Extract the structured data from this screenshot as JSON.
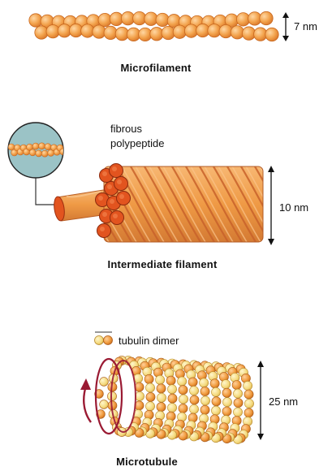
{
  "microfilament": {
    "size_label": "7 nm",
    "caption": "Microfilament"
  },
  "intermediate_filament": {
    "inset_label_line1": "fibrous",
    "inset_label_line2": "polypeptide",
    "size_label": "10 nm",
    "caption": "Intermediate filament"
  },
  "microtubule": {
    "legend_label": "tubulin dimer",
    "size_label": "25 nm",
    "caption": "Microtubule"
  },
  "colors": {
    "bead_fill": "#f2a14a",
    "bead_stroke": "#c9681f",
    "rope_fill": "#ef9a45",
    "rope_dark": "#c8622a",
    "rope_end": "#e2541f",
    "inset_fill": "#9bc3c6",
    "tubulin_light": "#f6dd8a",
    "tubulin_orange": "#f09a3c",
    "ring": "#9a1a33"
  }
}
